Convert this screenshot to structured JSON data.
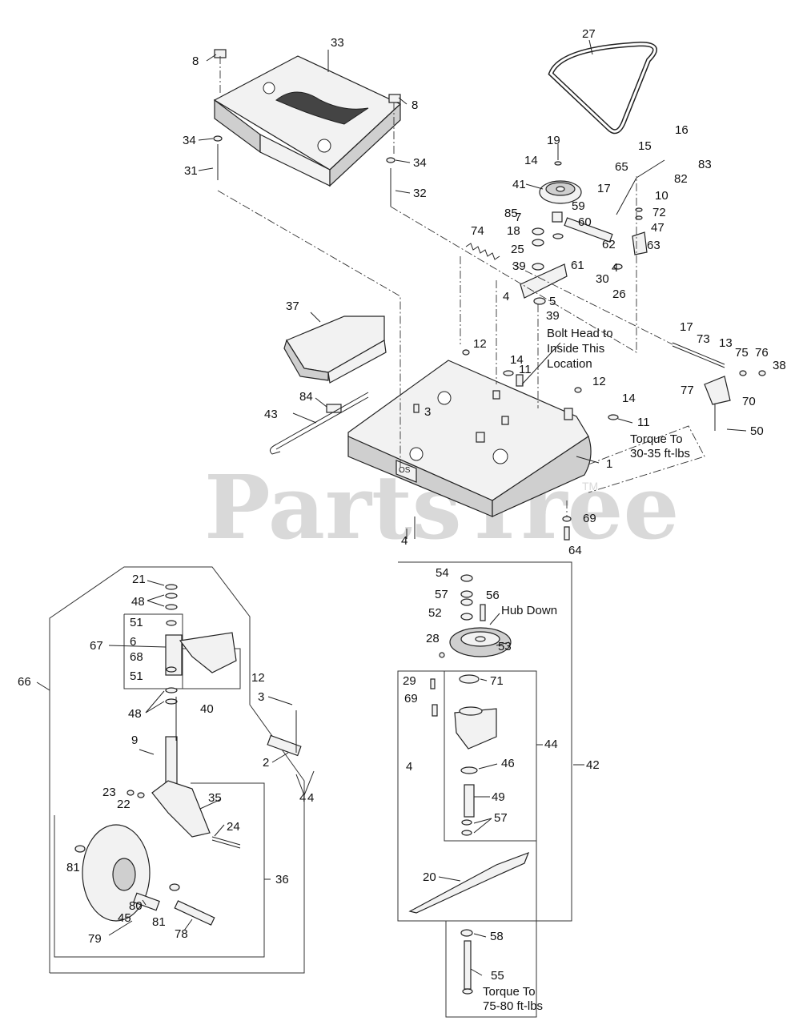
{
  "watermark": {
    "text": "PartsTree",
    "tm": "TM"
  },
  "notes": {
    "bolt_head_1": "Bolt Head to",
    "bolt_head_2": "Inside This",
    "bolt_head_3": "Location",
    "torque_a_1": "Torque To",
    "torque_a_2": "30-35 ft-lbs",
    "hub_down": "Hub Down",
    "torque_b_1": "Torque To",
    "torque_b_2": "75-80 ft-lbs"
  },
  "callouts": [
    "1",
    "2",
    "3",
    "3",
    "4",
    "4",
    "4",
    "4",
    "4",
    "4",
    "5",
    "6",
    "7",
    "8",
    "8",
    "9",
    "10",
    "11",
    "11",
    "12",
    "12",
    "12",
    "13",
    "14",
    "14",
    "14",
    "15",
    "16",
    "17",
    "17",
    "18",
    "19",
    "20",
    "21",
    "22",
    "23",
    "24",
    "25",
    "26",
    "27",
    "28",
    "29",
    "30",
    "31",
    "32",
    "33",
    "34",
    "34",
    "35",
    "36",
    "37",
    "38",
    "39",
    "39",
    "40",
    "41",
    "42",
    "43",
    "44",
    "45",
    "46",
    "47",
    "48",
    "48",
    "49",
    "50",
    "51",
    "51",
    "52",
    "53",
    "54",
    "55",
    "56",
    "57",
    "57",
    "58",
    "59",
    "60",
    "61",
    "62",
    "63",
    "64",
    "65",
    "66",
    "67",
    "68",
    "69",
    "69",
    "70",
    "71",
    "72",
    "73",
    "74",
    "75",
    "76",
    "77",
    "78",
    "79",
    "80",
    "81",
    "81",
    "82",
    "83",
    "84",
    "85"
  ]
}
